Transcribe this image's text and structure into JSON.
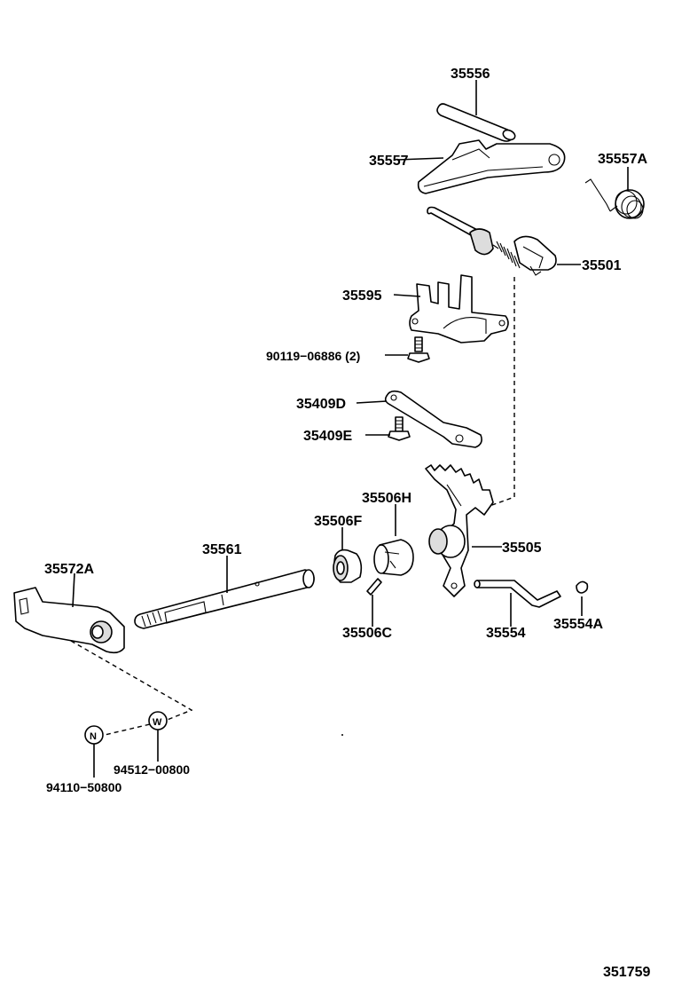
{
  "diagram_id": "351759",
  "labels": {
    "p35556": "35556",
    "p35557": "35557",
    "p35557A": "35557A",
    "p35501": "35501",
    "p35595": "35595",
    "p90119": "90119−06886 (2)",
    "p35409D": "35409D",
    "p35409E": "35409E",
    "p35506H": "35506H",
    "p35506F": "35506F",
    "p35561": "35561",
    "p35505": "35505",
    "p35572A": "35572A",
    "p35506C": "35506C",
    "p35554": "35554",
    "p35554A": "35554A",
    "p94512": "94512−00800",
    "p94110": "94110−50800"
  },
  "symbols": {
    "nut_marker": "N",
    "washer_marker": "W"
  }
}
